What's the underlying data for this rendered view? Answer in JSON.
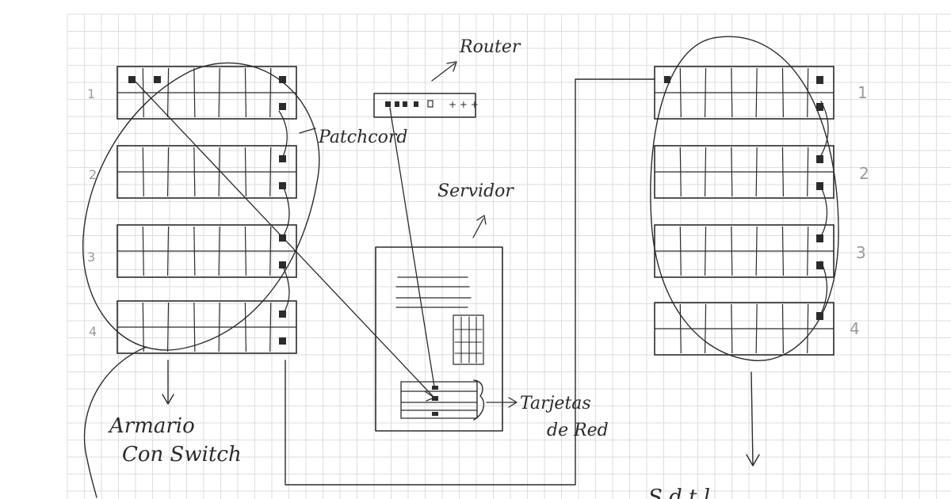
{
  "labels": {
    "router": "Router",
    "patchcord": "Patchcord",
    "servidor": "Servidor",
    "tarjetas_line1": "Tarjetas",
    "tarjetas_line2": "de Red",
    "armario_line1": "Armario",
    "armario_line2": "Con Switch",
    "bottom_partial": "S   d t   l"
  },
  "left_rack": {
    "numbers": [
      "1",
      "2",
      "3",
      "4"
    ]
  },
  "right_rack": {
    "numbers": [
      "1",
      "2",
      "3",
      "4"
    ]
  },
  "colors": {
    "ink": "#2b2b2b",
    "grid": "#d9dde2",
    "paper": "#ffffff",
    "pencil_numbers": "#9a9a9a"
  }
}
